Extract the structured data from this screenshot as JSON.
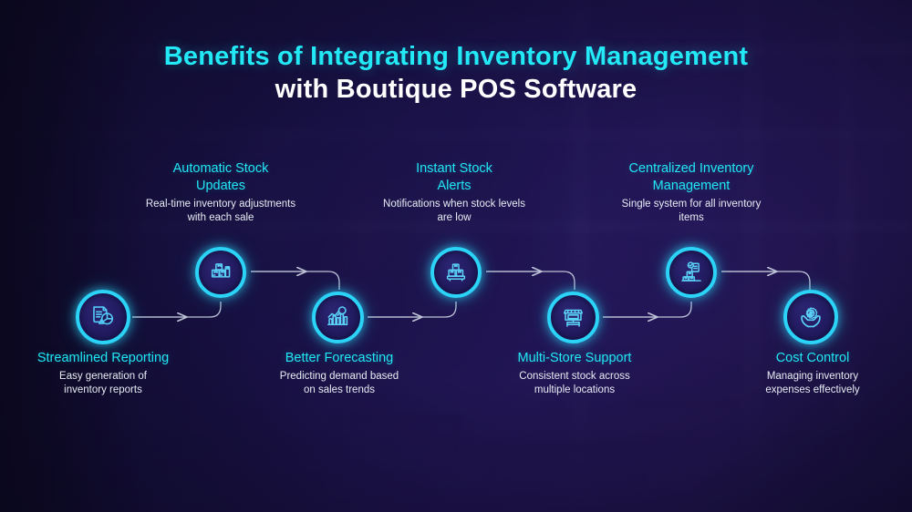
{
  "infographic": {
    "title_line1": "Benefits of Integrating Inventory Management",
    "title_line2": "with Boutique POS Software",
    "colors": {
      "accent_cyan": "#21e6f4",
      "ring_cyan": "#2bd3f7",
      "title_white": "#ffffff",
      "desc_text": "#e7ecf4",
      "node_fill": "#231c62",
      "background_navy": "#14102e",
      "connector_line": "#cfd6e6"
    },
    "steps": [
      {
        "index": 1,
        "title": "Streamlined Reporting",
        "description": "Easy generation of\ninventory reports",
        "desc_line1": "Easy generation of",
        "desc_line2": "inventory reports",
        "title_line1": "Streamlined Reporting",
        "title_line2": "",
        "icon": "report-document-piechart-icon",
        "row": "bottom"
      },
      {
        "index": 2,
        "title": "Automatic Stock Updates",
        "title_line1": "Automatic Stock",
        "title_line2": "Updates",
        "description": "Real-time inventory adjustments\nwith each sale",
        "desc_line1": "Real-time inventory adjustments",
        "desc_line2": "with each sale",
        "icon": "stacked-boxes-icon",
        "row": "top"
      },
      {
        "index": 3,
        "title": "Better Forecasting",
        "title_line1": "Better Forecasting",
        "title_line2": "",
        "description": "Predicting demand based\non sales trends",
        "desc_line1": "Predicting demand based",
        "desc_line2": "on sales trends",
        "icon": "bar-chart-magnifier-icon",
        "row": "bottom"
      },
      {
        "index": 4,
        "title": "Instant Stock Alerts",
        "title_line1": "Instant Stock",
        "title_line2": "Alerts",
        "description": "Notifications when stock levels\nare low",
        "desc_line1": "Notifications when stock levels",
        "desc_line2": "are low",
        "icon": "boxes-pyramid-icon",
        "row": "top"
      },
      {
        "index": 5,
        "title": "Multi-Store Support",
        "title_line1": "Multi-Store Support",
        "title_line2": "",
        "description": "Consistent stock across\nmultiple locations",
        "desc_line1": "Consistent stock across",
        "desc_line2": "multiple locations",
        "icon": "storefront-network-icon",
        "row": "bottom"
      },
      {
        "index": 6,
        "title": "Centralized Inventory Management",
        "title_line1": "Centralized Inventory",
        "title_line2": "Management",
        "description": "Single system for all inventory\nitems",
        "desc_line1": "Single system for all inventory",
        "desc_line2": "items",
        "icon": "boxes-checklist-icon",
        "row": "top"
      },
      {
        "index": 7,
        "title": "Cost Control",
        "title_line1": "Cost Control",
        "title_line2": "",
        "description": "Managing inventory\nexpenses effectively",
        "desc_line1": "Managing inventory",
        "desc_line2": "expenses effectively",
        "icon": "hands-holding-money-icon",
        "row": "bottom"
      }
    ]
  }
}
